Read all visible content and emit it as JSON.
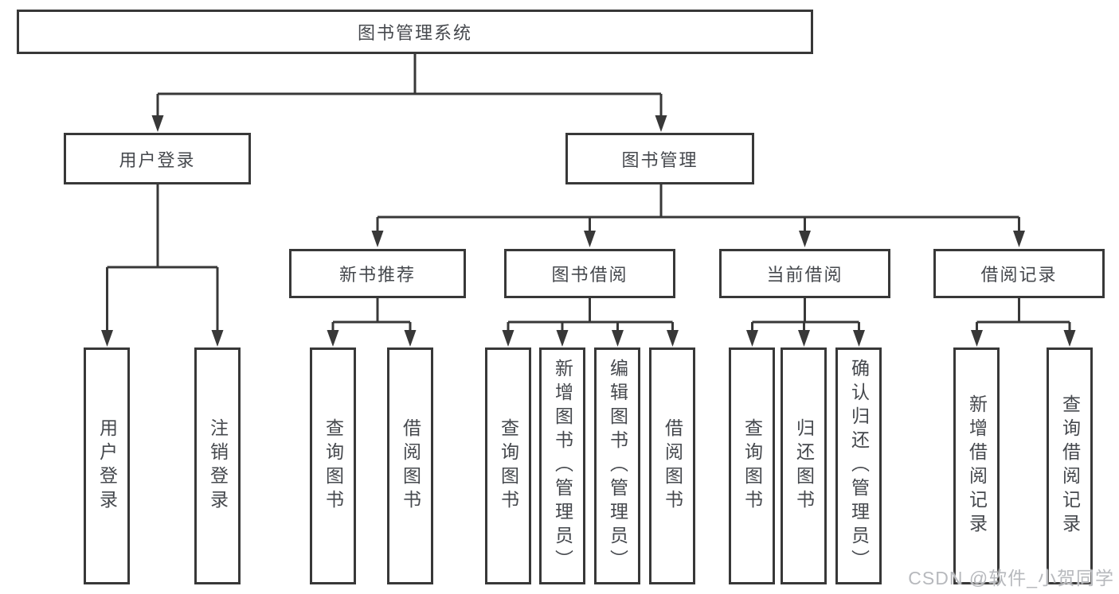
{
  "colors": {
    "line": "#383838",
    "text": "#45484d",
    "background": "#ffffff",
    "watermark": "#b7b9bd"
  },
  "diagram": {
    "root": {
      "label": "图书管理系统"
    },
    "user_login": {
      "label": "用户登录",
      "children": [
        {
          "label": "用户登录"
        },
        {
          "label": "注销登录"
        }
      ]
    },
    "book_management": {
      "label": "图书管理",
      "sections": [
        {
          "label": "新书推荐",
          "children": [
            {
              "label": "查询图书"
            },
            {
              "label": "借阅图书"
            }
          ]
        },
        {
          "label": "图书借阅",
          "children": [
            {
              "label": "查询图书"
            },
            {
              "label": "新增图书（管理员）"
            },
            {
              "label": "编辑图书（管理员）"
            },
            {
              "label": "借阅图书"
            }
          ]
        },
        {
          "label": "当前借阅",
          "children": [
            {
              "label": "查询图书"
            },
            {
              "label": "归还图书"
            },
            {
              "label": "确认归还（管理员）"
            }
          ]
        },
        {
          "label": "借阅记录",
          "children": [
            {
              "label": "新增借阅记录"
            },
            {
              "label": "查询借阅记录"
            }
          ]
        }
      ]
    }
  },
  "watermark": "CSDN @软件_小贺同学"
}
